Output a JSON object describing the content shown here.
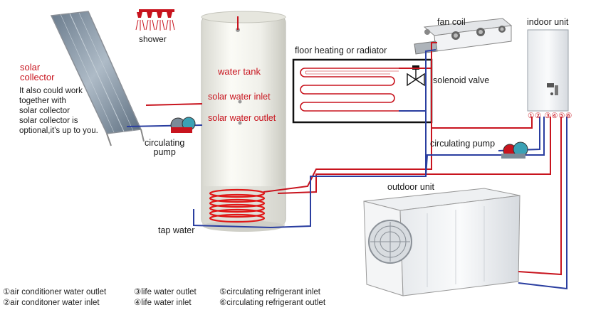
{
  "labels": {
    "shower": "shower",
    "water_tank": "water tank",
    "solar_collector_line1": "solar",
    "solar_collector_line2": "collector",
    "note_line1": "It also could work",
    "note_line2": "together with",
    "note_line3": "solar collector",
    "note_line4": "solar collector is",
    "note_line5": "optional,it's up to you.",
    "solar_water_inlet": "solar water inlet",
    "solar_water_outlet": "solar water outlet",
    "circulating_pump_line1": "circulating",
    "circulating_pump_line2": "pump",
    "tap_water": "tap water",
    "floor_heating": "floor heating or radiator",
    "fan_coil": "fan coil",
    "solenoid_valve": "solenoid valve",
    "indoor_unit": "indoor unit",
    "circulating_pump_right": "circulating pump",
    "outdoor_unit": "outdoor unit",
    "port_numbers": "①② ③④⑤⑥"
  },
  "legend": [
    "①air conditioner water outlet",
    "②air conditoner water inlet",
    "③life water outlet",
    "④life water inlet",
    "⑤circulating refrigerant inlet",
    "⑥circulating refrigerant outlet"
  ],
  "colors": {
    "hot_pipe": "#c8141e",
    "cold_pipe": "#2a3ea0",
    "label_red": "#c8141e",
    "label_dark": "#1a1a1a"
  }
}
